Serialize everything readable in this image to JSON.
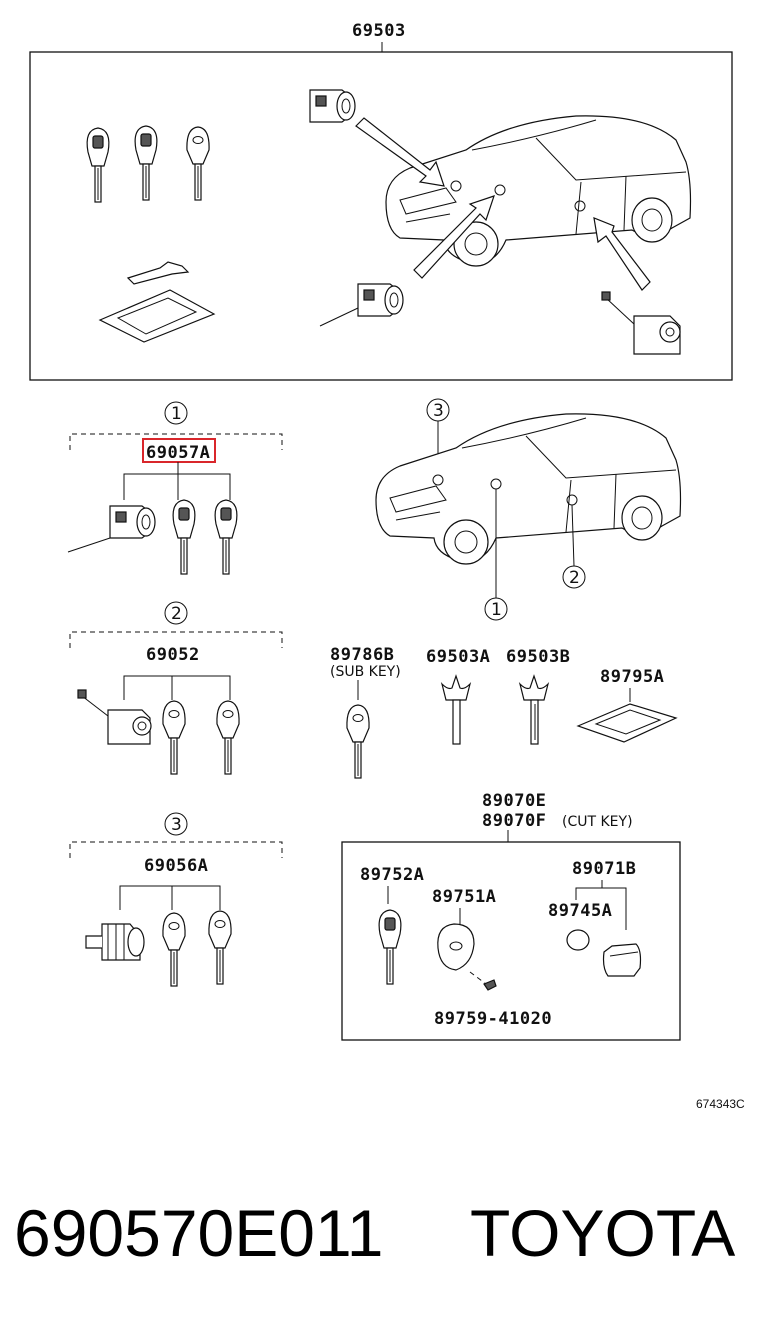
{
  "labels": {
    "set_top": "69503",
    "kit_1": "69057A",
    "kit_2": "69052",
    "kit_3": "69056A",
    "sub_key": "89786B",
    "sub_key_note": "(SUB KEY)",
    "blank_a": "69503A",
    "blank_b": "69503B",
    "plate": "89795A",
    "key_e": "89070E",
    "key_f": "89070F",
    "cut_key_note": "(CUT KEY)",
    "key_body": "89752A",
    "transmitter": "89751A",
    "battery_set": "89071B",
    "battery": "89745A",
    "screw": "89759-41020"
  },
  "callouts": {
    "one": "1",
    "two": "2",
    "three": "3"
  },
  "diagram_ref": "674343C",
  "footer": {
    "part_number": "690570E011",
    "brand": "TOYOTA"
  },
  "highlight_color": "#d9262b"
}
